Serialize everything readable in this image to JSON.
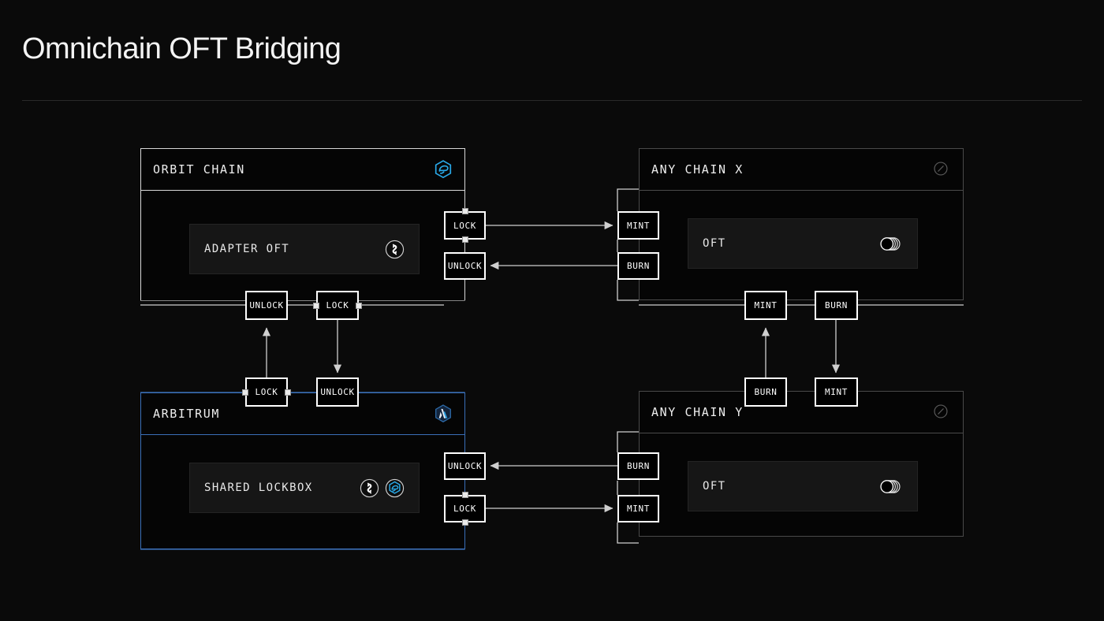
{
  "header": {
    "title": "Omnichain OFT Bridging"
  },
  "colors": {
    "background": "#0a0a0a",
    "panel_border_light": "#d8d8d8",
    "panel_border_dim": "#4a4a4a",
    "panel_border_highlight": "#3a6fb8",
    "wire_white": "#cfcfcf",
    "wire_blue": "#3a6fb8",
    "orbit_logo_blue": "#29a9e8",
    "arbitrum_logo_blue": "#2d9fe0",
    "card_fill": "#161616",
    "text_primary": "#ededed"
  },
  "chains": [
    {
      "id": "orbit-chain",
      "title": "ORBIT CHAIN",
      "logo_icon": "orbit-hex-logo-icon",
      "border_style": "light",
      "assets": [
        {
          "label": "ADAPTER OFT",
          "icons": [
            "token-swap-icon"
          ]
        }
      ]
    },
    {
      "id": "any-chain-x",
      "title": "ANY CHAIN X",
      "logo_icon": "unknown-chain-slash-icon",
      "border_style": "dim",
      "assets": [
        {
          "label": "OFT",
          "icons": [
            "stacked-coins-icon"
          ]
        }
      ]
    },
    {
      "id": "arbitrum",
      "title": "ARBITRUM",
      "logo_icon": "arbitrum-hex-logo-icon",
      "border_style": "highlight",
      "assets": [
        {
          "label": "SHARED LOCKBOX",
          "icons": [
            "token-swap-icon",
            "orbit-hex-logo-icon"
          ]
        }
      ]
    },
    {
      "id": "any-chain-y",
      "title": "ANY CHAIN Y",
      "logo_icon": "unknown-chain-slash-icon",
      "border_style": "dim",
      "assets": [
        {
          "label": "OFT",
          "icons": [
            "stacked-coins-icon"
          ]
        }
      ]
    }
  ],
  "operations": [
    {
      "id": "op-orbit-lock-top",
      "label": "LOCK",
      "chain": "orbit-chain",
      "edge": "right"
    },
    {
      "id": "op-orbit-unlock-top",
      "label": "UNLOCK",
      "chain": "orbit-chain",
      "edge": "right"
    },
    {
      "id": "op-chainx-mint-top",
      "label": "MINT",
      "chain": "any-chain-x",
      "edge": "left"
    },
    {
      "id": "op-chainx-burn-top",
      "label": "BURN",
      "chain": "any-chain-x",
      "edge": "left"
    },
    {
      "id": "op-orbit-unlock-bot",
      "label": "UNLOCK",
      "chain": "orbit-chain",
      "edge": "bottom"
    },
    {
      "id": "op-orbit-lock-bot",
      "label": "LOCK",
      "chain": "orbit-chain",
      "edge": "bottom"
    },
    {
      "id": "op-chainx-mint-bot",
      "label": "MINT",
      "chain": "any-chain-x",
      "edge": "bottom"
    },
    {
      "id": "op-chainx-burn-bot",
      "label": "BURN",
      "chain": "any-chain-x",
      "edge": "bottom"
    },
    {
      "id": "op-arb-lock-top",
      "label": "LOCK",
      "chain": "arbitrum",
      "edge": "top"
    },
    {
      "id": "op-arb-unlock-top",
      "label": "UNLOCK",
      "chain": "arbitrum",
      "edge": "top"
    },
    {
      "id": "op-chainy-burn-top",
      "label": "BURN",
      "chain": "any-chain-y",
      "edge": "top"
    },
    {
      "id": "op-chainy-mint-top",
      "label": "MINT",
      "chain": "any-chain-y",
      "edge": "top"
    },
    {
      "id": "op-arb-unlock-right",
      "label": "UNLOCK",
      "chain": "arbitrum",
      "edge": "right"
    },
    {
      "id": "op-arb-lock-right",
      "label": "LOCK",
      "chain": "arbitrum",
      "edge": "right"
    },
    {
      "id": "op-chainy-burn-left",
      "label": "BURN",
      "chain": "any-chain-y",
      "edge": "left"
    },
    {
      "id": "op-chainy-mint-left",
      "label": "MINT",
      "chain": "any-chain-y",
      "edge": "left"
    }
  ],
  "flows": [
    {
      "from": "op-orbit-lock-top",
      "to": "op-chainx-mint-top",
      "direction": "right"
    },
    {
      "from": "op-chainx-burn-top",
      "to": "op-orbit-unlock-top",
      "direction": "left"
    },
    {
      "from": "op-arb-lock-top",
      "to": "op-orbit-unlock-bot",
      "direction": "up"
    },
    {
      "from": "op-orbit-lock-bot",
      "to": "op-arb-unlock-top",
      "direction": "down"
    },
    {
      "from": "op-chainy-burn-top",
      "to": "op-chainx-mint-bot",
      "direction": "up"
    },
    {
      "from": "op-chainx-burn-bot",
      "to": "op-chainy-mint-top",
      "direction": "down"
    },
    {
      "from": "op-arb-lock-right",
      "to": "op-chainy-mint-left",
      "direction": "right"
    },
    {
      "from": "op-chainy-burn-left",
      "to": "op-arb-unlock-right",
      "direction": "left"
    }
  ]
}
